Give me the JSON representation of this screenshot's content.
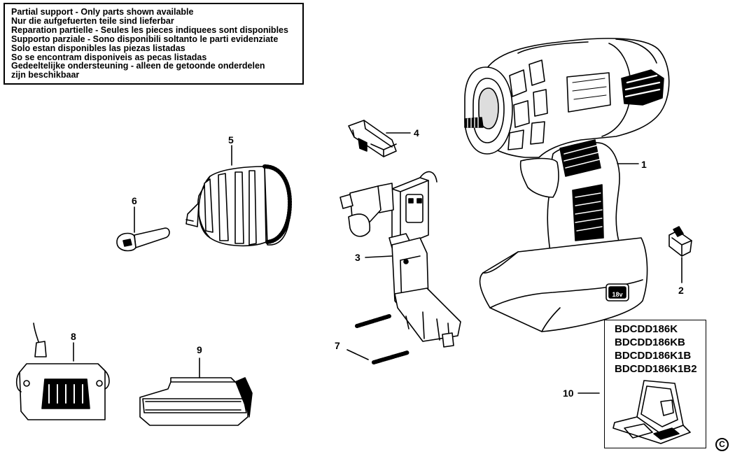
{
  "notice": {
    "lines": [
      "Partial support - Only parts shown available",
      "Nur die aufgefuerten teile sind lieferbar",
      "Reparation partielle - Seules les pieces indiquees sont disponibles",
      "Supporto parziale - Sono disponibili soltanto le parti evidenziate",
      "Solo estan disponibles las piezas listadas",
      "So se encontram disponiveis as pecas listadas",
      "Gedeeltelijke ondersteuning - alleen de getoonde onderdelen",
      "zijn beschikbaar"
    ]
  },
  "models": [
    "BDCDD186K",
    "BDCDD186KB",
    "BDCDD186K1B",
    "BDCDD186K1B2"
  ],
  "callouts": {
    "c1": "1",
    "c2": "2",
    "c3": "3",
    "c4": "4",
    "c5": "5",
    "c6": "6",
    "c7": "7",
    "c8": "8",
    "c9": "9",
    "c10": "10"
  },
  "battery_label": "18v",
  "copyright": "C",
  "parts": {
    "drill": "drill-body-icon",
    "clip": "terminal-clip-icon",
    "switch": "switch-assembly-icon",
    "button": "reversing-button-icon",
    "chuck": "chuck-icon",
    "screw": "chuck-screw-icon",
    "springs": "spring-icon",
    "charger": "charger-icon",
    "battery": "battery-pack-icon",
    "case": "carry-case-icon"
  }
}
